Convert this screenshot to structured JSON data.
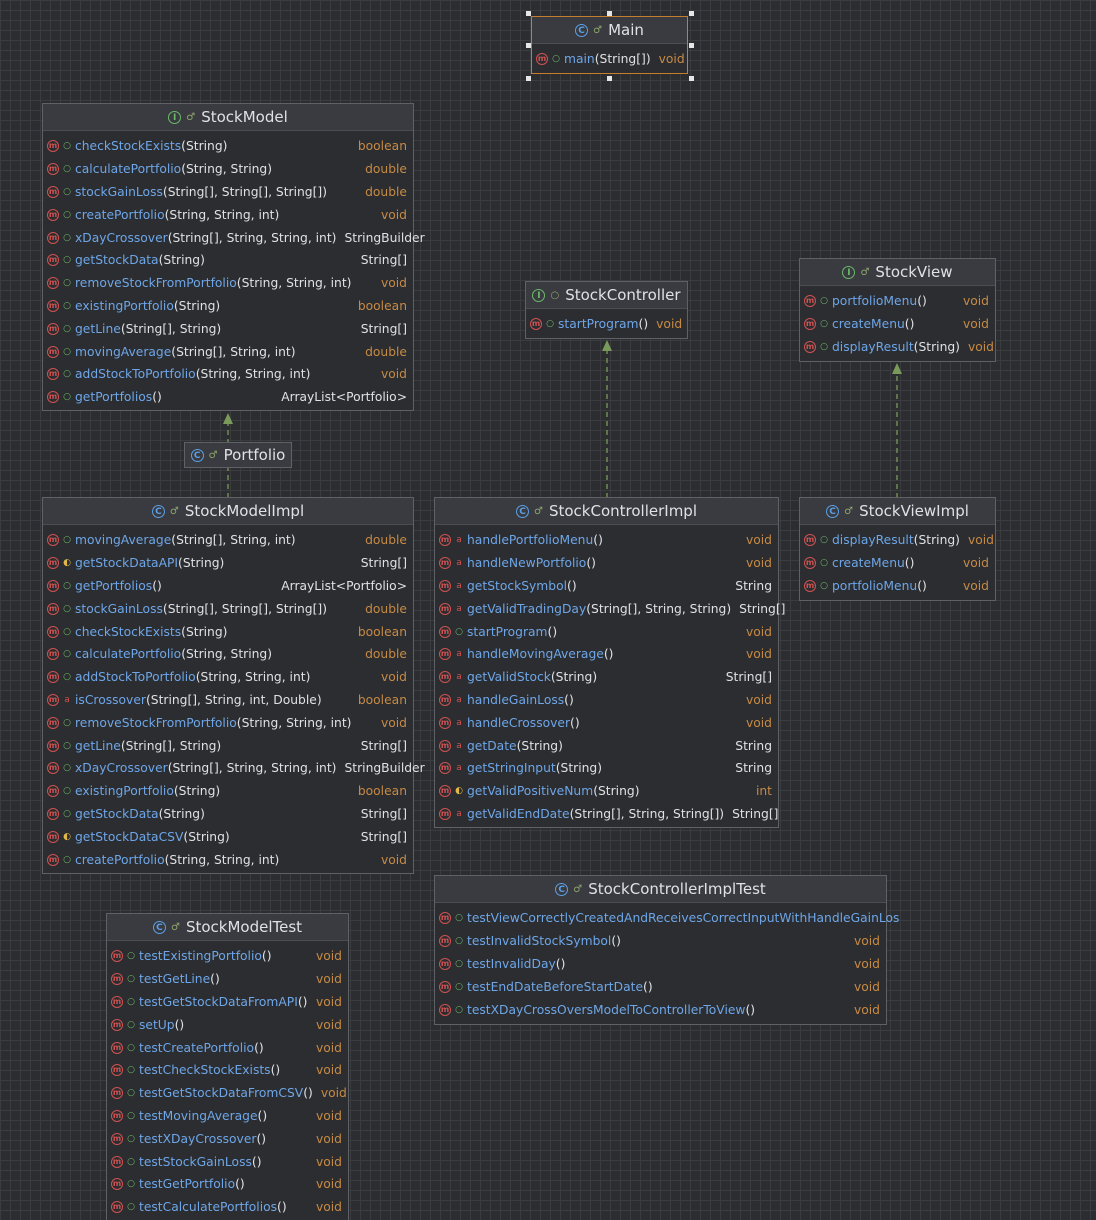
{
  "classes": {
    "main": {
      "name": "Main",
      "kind": "class",
      "members": [
        {
          "name": "main",
          "params": "(String[])",
          "ret": "void",
          "acc": "pub"
        }
      ]
    },
    "stock_model": {
      "name": "StockModel",
      "kind": "interface",
      "members": [
        {
          "name": "checkStockExists",
          "params": "(String)",
          "ret": "boolean",
          "acc": "pub"
        },
        {
          "name": "calculatePortfolio",
          "params": "(String, String)",
          "ret": "double",
          "acc": "pub"
        },
        {
          "name": "stockGainLoss",
          "params": "(String[], String[], String[])",
          "ret": "double",
          "acc": "pub"
        },
        {
          "name": "createPortfolio",
          "params": "(String, String, int)",
          "ret": "void",
          "acc": "pub"
        },
        {
          "name": "xDayCrossover",
          "params": "(String[], String, String, int)",
          "ret": "StringBuilder",
          "acc": "pub"
        },
        {
          "name": "getStockData",
          "params": "(String)",
          "ret": "String[]",
          "acc": "pub"
        },
        {
          "name": "removeStockFromPortfolio",
          "params": "(String, String, int)",
          "ret": "void",
          "acc": "pub"
        },
        {
          "name": "existingPortfolio",
          "params": "(String)",
          "ret": "boolean",
          "acc": "pub"
        },
        {
          "name": "getLine",
          "params": "(String[], String)",
          "ret": "String[]",
          "acc": "pub"
        },
        {
          "name": "movingAverage",
          "params": "(String[], String, int)",
          "ret": "double",
          "acc": "pub"
        },
        {
          "name": "addStockToPortfolio",
          "params": "(String, String, int)",
          "ret": "void",
          "acc": "pub"
        },
        {
          "name": "getPortfolios",
          "params": "()",
          "ret": "ArrayList<Portfolio>",
          "acc": "pub"
        }
      ]
    },
    "portfolio": {
      "name": "Portfolio",
      "kind": "class",
      "members": []
    },
    "stock_controller": {
      "name": "StockController",
      "kind": "interface",
      "members": [
        {
          "name": "startProgram",
          "params": "()",
          "ret": "void",
          "acc": "pub"
        }
      ]
    },
    "stock_view": {
      "name": "StockView",
      "kind": "interface",
      "members": [
        {
          "name": "portfolioMenu",
          "params": "()",
          "ret": "void",
          "acc": "pub"
        },
        {
          "name": "createMenu",
          "params": "()",
          "ret": "void",
          "acc": "pub"
        },
        {
          "name": "displayResult",
          "params": "(String)",
          "ret": "void",
          "acc": "pub"
        }
      ]
    },
    "stock_model_impl": {
      "name": "StockModelImpl",
      "kind": "class",
      "members": [
        {
          "name": "movingAverage",
          "params": "(String[], String, int)",
          "ret": "double",
          "acc": "pub"
        },
        {
          "name": "getStockDataAPI",
          "params": "(String)",
          "ret": "String[]",
          "acc": "prot"
        },
        {
          "name": "getPortfolios",
          "params": "()",
          "ret": "ArrayList<Portfolio>",
          "acc": "pub"
        },
        {
          "name": "stockGainLoss",
          "params": "(String[], String[], String[])",
          "ret": "double",
          "acc": "pub"
        },
        {
          "name": "checkStockExists",
          "params": "(String)",
          "ret": "boolean",
          "acc": "pub"
        },
        {
          "name": "calculatePortfolio",
          "params": "(String, String)",
          "ret": "double",
          "acc": "pub"
        },
        {
          "name": "addStockToPortfolio",
          "params": "(String, String, int)",
          "ret": "void",
          "acc": "pub"
        },
        {
          "name": "isCrossover",
          "params": "(String[], String, int, Double)",
          "ret": "boolean",
          "acc": "priv"
        },
        {
          "name": "removeStockFromPortfolio",
          "params": "(String, String, int)",
          "ret": "void",
          "acc": "pub"
        },
        {
          "name": "getLine",
          "params": "(String[], String)",
          "ret": "String[]",
          "acc": "pub"
        },
        {
          "name": "xDayCrossover",
          "params": "(String[], String, String, int)",
          "ret": "StringBuilder",
          "acc": "pub"
        },
        {
          "name": "existingPortfolio",
          "params": "(String)",
          "ret": "boolean",
          "acc": "pub"
        },
        {
          "name": "getStockData",
          "params": "(String)",
          "ret": "String[]",
          "acc": "pub"
        },
        {
          "name": "getStockDataCSV",
          "params": "(String)",
          "ret": "String[]",
          "acc": "prot"
        },
        {
          "name": "createPortfolio",
          "params": "(String, String, int)",
          "ret": "void",
          "acc": "pub"
        }
      ]
    },
    "stock_controller_impl": {
      "name": "StockControllerImpl",
      "kind": "class",
      "members": [
        {
          "name": "handlePortfolioMenu",
          "params": "()",
          "ret": "void",
          "acc": "priv"
        },
        {
          "name": "handleNewPortfolio",
          "params": "()",
          "ret": "void",
          "acc": "priv"
        },
        {
          "name": "getStockSymbol",
          "params": "()",
          "ret": "String",
          "acc": "priv"
        },
        {
          "name": "getValidTradingDay",
          "params": "(String[], String, String)",
          "ret": "String[]",
          "acc": "priv"
        },
        {
          "name": "startProgram",
          "params": "()",
          "ret": "void",
          "acc": "pub"
        },
        {
          "name": "handleMovingAverage",
          "params": "()",
          "ret": "void",
          "acc": "priv"
        },
        {
          "name": "getValidStock",
          "params": "(String)",
          "ret": "String[]",
          "acc": "priv"
        },
        {
          "name": "handleGainLoss",
          "params": "()",
          "ret": "void",
          "acc": "priv"
        },
        {
          "name": "handleCrossover",
          "params": "()",
          "ret": "void",
          "acc": "priv"
        },
        {
          "name": "getDate",
          "params": "(String)",
          "ret": "String",
          "acc": "priv"
        },
        {
          "name": "getStringInput",
          "params": "(String)",
          "ret": "String",
          "acc": "priv"
        },
        {
          "name": "getValidPositiveNum",
          "params": "(String)",
          "ret": "int",
          "acc": "prot"
        },
        {
          "name": "getValidEndDate",
          "params": "(String[], String, String[])",
          "ret": "String[]",
          "acc": "priv"
        }
      ]
    },
    "stock_view_impl": {
      "name": "StockViewImpl",
      "kind": "class",
      "members": [
        {
          "name": "displayResult",
          "params": "(String)",
          "ret": "void",
          "acc": "pub"
        },
        {
          "name": "createMenu",
          "params": "()",
          "ret": "void",
          "acc": "pub"
        },
        {
          "name": "portfolioMenu",
          "params": "()",
          "ret": "void",
          "acc": "pub"
        }
      ]
    },
    "stock_controller_impl_test": {
      "name": "StockControllerImplTest",
      "kind": "test",
      "members": [
        {
          "name": "testViewCorrectlyCreatedAndReceivesCorrectInputWithHandleGainLos",
          "params": "",
          "ret": "",
          "acc": "pub"
        },
        {
          "name": "testInvalidStockSymbol",
          "params": "()",
          "ret": "void",
          "acc": "pub"
        },
        {
          "name": "testInvalidDay",
          "params": "()",
          "ret": "void",
          "acc": "pub"
        },
        {
          "name": "testEndDateBeforeStartDate",
          "params": "()",
          "ret": "void",
          "acc": "pub"
        },
        {
          "name": "testXDayCrossOversModelToControllerToView",
          "params": "()",
          "ret": "void",
          "acc": "pub"
        }
      ]
    },
    "stock_model_test": {
      "name": "StockModelTest",
      "kind": "test",
      "members": [
        {
          "name": "testExistingPortfolio",
          "params": "()",
          "ret": "void",
          "acc": "pub"
        },
        {
          "name": "testGetLine",
          "params": "()",
          "ret": "void",
          "acc": "pub"
        },
        {
          "name": "testGetStockDataFromAPI",
          "params": "()",
          "ret": "void",
          "acc": "pub"
        },
        {
          "name": "setUp",
          "params": "()",
          "ret": "void",
          "acc": "pub"
        },
        {
          "name": "testCreatePortfolio",
          "params": "()",
          "ret": "void",
          "acc": "pub"
        },
        {
          "name": "testCheckStockExists",
          "params": "()",
          "ret": "void",
          "acc": "pub"
        },
        {
          "name": "testGetStockDataFromCSV",
          "params": "()",
          "ret": "void",
          "acc": "pub"
        },
        {
          "name": "testMovingAverage",
          "params": "()",
          "ret": "void",
          "acc": "pub"
        },
        {
          "name": "testXDayCrossover",
          "params": "()",
          "ret": "void",
          "acc": "pub"
        },
        {
          "name": "testStockGainLoss",
          "params": "()",
          "ret": "void",
          "acc": "pub"
        },
        {
          "name": "testGetPortfolio",
          "params": "()",
          "ret": "void",
          "acc": "pub"
        },
        {
          "name": "testCalculatePortfolios",
          "params": "()",
          "ret": "void",
          "acc": "pub"
        }
      ]
    }
  },
  "relations": [
    {
      "from": "StockModelImpl",
      "to": "StockModel",
      "type": "implements"
    },
    {
      "from": "StockControllerImpl",
      "to": "StockController",
      "type": "implements"
    },
    {
      "from": "StockViewImpl",
      "to": "StockView",
      "type": "implements"
    }
  ],
  "colors": {
    "background": "#2b2d30",
    "method_name": "#6ea6e8",
    "return_type": "#c78a45",
    "interface_icon": "#6cb96a",
    "class_icon": "#5ca0e6",
    "selection": "#c77d2e"
  }
}
